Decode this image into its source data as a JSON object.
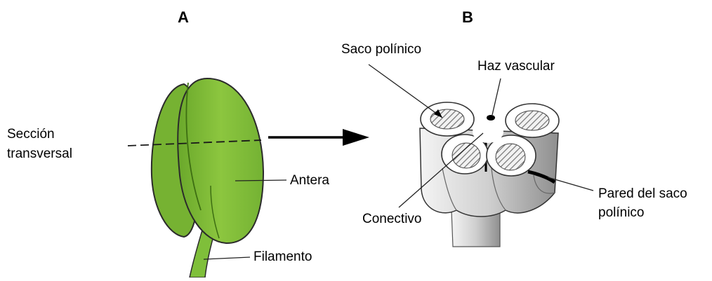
{
  "panels": {
    "a": {
      "letter": "A"
    },
    "b": {
      "letter": "B"
    }
  },
  "labels": {
    "seccion_line1": "Sección",
    "seccion_line2": "transversal",
    "antera": "Antera",
    "filamento": "Filamento",
    "saco_polinico": "Saco polínico",
    "haz_vascular": "Haz vascular",
    "conectivo": "Conectivo",
    "pared_line1": "Pared del saco",
    "pared_line2": "polínico"
  },
  "colors": {
    "anther_green": "#8cc63f",
    "anther_dark": "#5f9a22",
    "outline": "#2b2b2b",
    "section_face": "#ffffff",
    "side_gray": "#d9d9d9",
    "hatch": "#8a8a8a"
  }
}
